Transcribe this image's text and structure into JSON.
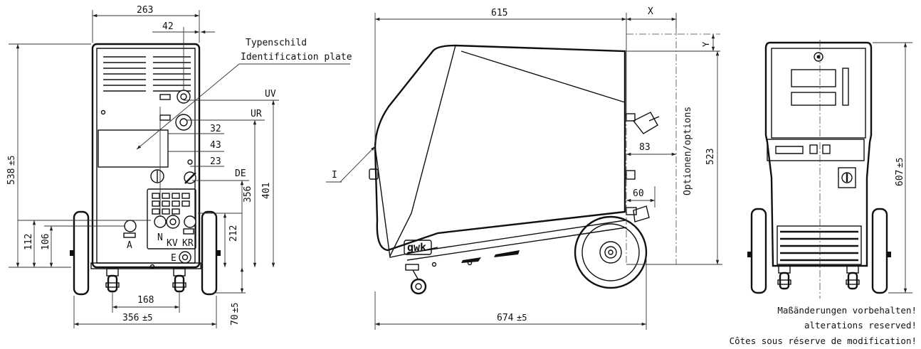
{
  "front_view": {
    "dim_width": "263",
    "dim_42": "42",
    "dim_height": "538",
    "tol_height": "±5",
    "dim_112": "112",
    "dim_106": "106",
    "dim_32": "32",
    "dim_43": "43",
    "dim_23": "23",
    "dim_356v": "356",
    "dim_401": "401",
    "dim_212": "212",
    "dim_70": "70",
    "tol_70": "±5",
    "dim_168": "168",
    "dim_356": "356",
    "tol_356": "±5",
    "label_typenschild": "Typenschild",
    "label_identification": "Identification plate",
    "label_uv": "UV",
    "label_ur": "UR",
    "label_de": "DE",
    "label_a": "A",
    "label_n": "N",
    "label_kv": "KV",
    "label_kr": "KR",
    "label_e": "E"
  },
  "side_view": {
    "dim_615": "615",
    "dim_x": "X",
    "dim_y": "Y",
    "dim_523": "523",
    "dim_83": "83",
    "dim_60": "60",
    "dim_674": "674",
    "tol_674": "±5",
    "label_options": "Optionen/options",
    "label_i": "I",
    "logo": "gwk"
  },
  "rear_view": {
    "dim_607": "607",
    "tol_607": "±5"
  },
  "notes": {
    "line1": "Maßänderungen vorbehalten!",
    "line2": "alterations reserved!",
    "line3": "Côtes sous réserve de modification!"
  }
}
